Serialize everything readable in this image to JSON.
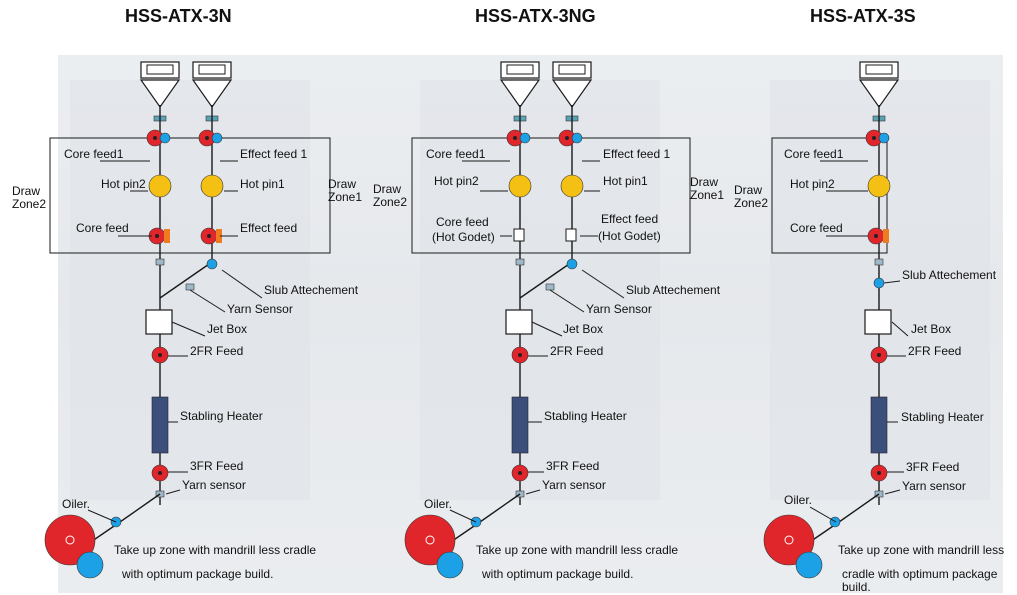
{
  "columns": [
    {
      "title": "HSS-ATX-3N",
      "labels": {
        "core_feed1": "Core feed1",
        "effect_feed1": "Effect feed 1",
        "hot_pin2": "Hot pin2",
        "hot_pin1": "Hot pin1",
        "core_feed": "Core feed",
        "effect_feed": "Effect feed",
        "zone2": "Draw\nZone2",
        "zone1": "Draw\nZone1",
        "slub": "Slub Attechement",
        "yarn_sensor1": "Yarn Sensor",
        "jet_box": "Jet Box",
        "fr2": "2FR Feed",
        "heater": "Stabling Heater",
        "fr3": "3FR Feed",
        "yarn_sensor2": "Yarn sensor",
        "oiler": "Oiler.",
        "takeup1": "Take up zone with mandrill less cradle",
        "takeup2": "with optimum package build."
      }
    },
    {
      "title": "HSS-ATX-3NG",
      "labels": {
        "core_feed1": "Core feed1",
        "effect_feed1": "Effect feed 1",
        "hot_pin2": "Hot pin2",
        "hot_pin1": "Hot pin1",
        "core_feed_a": "Core feed",
        "core_feed_b": "(Hot Godet)",
        "effect_feed_a": "Effect feed",
        "effect_feed_b": "(Hot Godet)",
        "zone2": "Draw\nZone2",
        "zone1": "Draw\nZone1",
        "slub": "Slub Attechement",
        "yarn_sensor1": "Yarn Sensor",
        "jet_box": "Jet Box",
        "fr2": "2FR Feed",
        "heater": "Stabling Heater",
        "fr3": "3FR Feed",
        "yarn_sensor2": "Yarn sensor",
        "oiler": "Oiler.",
        "takeup1": "Take up zone with mandrill less cradle",
        "takeup2": "with optimum package build."
      }
    },
    {
      "title": "HSS-ATX-3S",
      "labels": {
        "core_feed1": "Core feed1",
        "hot_pin2": "Hot pin2",
        "core_feed": "Core feed",
        "zone2": "Draw\nZone2",
        "slub": "Slub Attechement",
        "jet_box": "Jet Box",
        "fr2": "2FR Feed",
        "heater": "Stabling Heater",
        "fr3": "3FR Feed",
        "yarn_sensor2": "Yarn sensor",
        "oiler": "Oiler.",
        "takeup1": "Take up zone with mandrill less",
        "takeup2": "cradle  with optimum package",
        "takeup3": "build."
      }
    }
  ],
  "colors": {
    "red": "#e0262b",
    "blue": "#1da1e6",
    "yellow": "#f5c014",
    "orange": "#f07a1e",
    "heater": "#3c4f7a",
    "line": "#1a1a1a"
  }
}
